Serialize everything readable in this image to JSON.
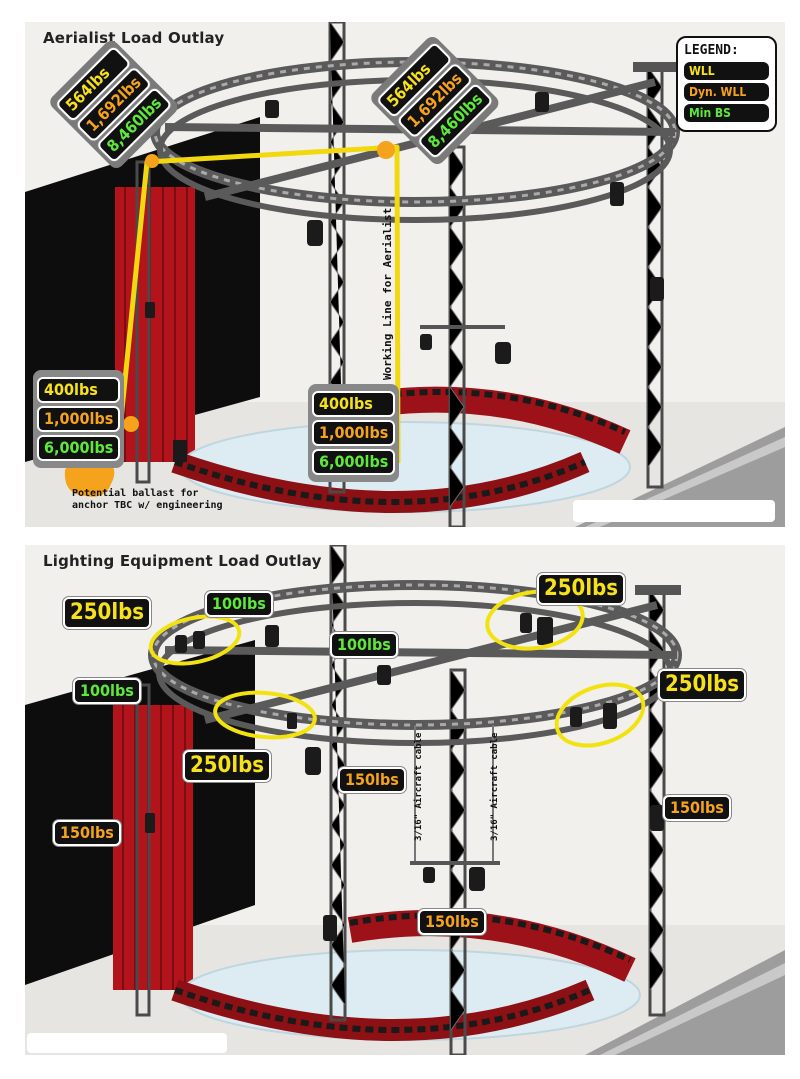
{
  "panel1": {
    "title": "Aerialist Load Outlay",
    "legend": {
      "title": "LEGEND:",
      "items": [
        "WLL",
        "Dyn. WLL",
        "Min BS"
      ]
    },
    "left_top_rated": {
      "wll": "564lbs",
      "dyn": "1,692lbs",
      "minbs": "8,460lbs"
    },
    "right_top_rated": {
      "wll": "564lbs",
      "dyn": "1,692lbs",
      "minbs": "8,460lbs"
    },
    "left_anchor": {
      "wll": "400lbs",
      "dyn": "1,000lbs",
      "minbs": "6,000lbs"
    },
    "right_anchor": {
      "wll": "400lbs",
      "dyn": "1,000lbs",
      "minbs": "6,000lbs"
    },
    "working_line": "Working Line for Aerialist",
    "ballast_note_1": "Potential ballast for",
    "ballast_note_2": "anchor TBC w/ engineering"
  },
  "panel2": {
    "title": "Lighting Equipment Load Outlay",
    "loads": {
      "top_left_250": "250lbs",
      "top_100": "100lbs",
      "center_100": "100lbs",
      "left_100": "100lbs",
      "top_right_250": "250lbs",
      "right_250": "250lbs",
      "front_250": "250lbs",
      "center_150": "150lbs",
      "right_150": "150lbs",
      "left_150": "150lbs",
      "bottom_150": "150lbs"
    },
    "cable_1": "3/16\" Aircraft cable",
    "cable_2": "3/16\" Aircraft cable"
  },
  "colors": {
    "wll": "#f7e11a",
    "dyn": "#f5a21c",
    "minbs": "#5ee83a",
    "working_line": "#f2d80f",
    "anchor": "#f5a21c",
    "curtain": "#b3141c"
  }
}
